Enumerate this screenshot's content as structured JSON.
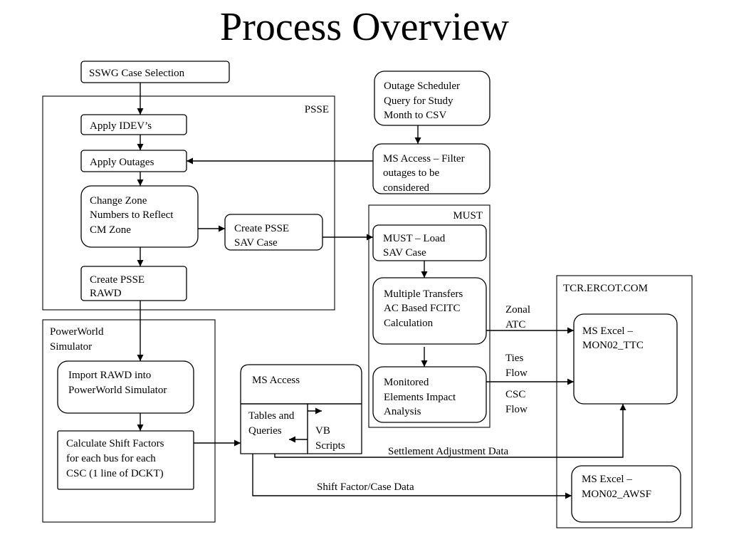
{
  "title": "Process Overview",
  "groups": {
    "psse": "PSSE",
    "must": "MUST",
    "tcr": "TCR.ERCOT.COM",
    "powerworld": [
      "PowerWorld",
      "Simulator"
    ]
  },
  "nodes": {
    "sswg": [
      "SSWG Case Selection"
    ],
    "idev": [
      "Apply IDEV’s"
    ],
    "outages": [
      "Apply Outages"
    ],
    "zone": [
      "Change Zone",
      "Numbers to Reflect",
      "CM Zone"
    ],
    "sav": [
      "Create PSSE",
      "SAV Case"
    ],
    "rawd": [
      "Create PSSE",
      "RAWD"
    ],
    "scheduler": [
      "Outage Scheduler",
      "Query for Study",
      "Month to CSV"
    ],
    "filter": [
      "MS Access – Filter",
      "outages to be",
      "considered"
    ],
    "must_load": [
      "MUST – Load",
      "SAV Case"
    ],
    "transfers": [
      "Multiple Transfers",
      "AC Based FCITC",
      "Calculation"
    ],
    "monitored": [
      "Monitored",
      "Elements Impact",
      "Analysis"
    ],
    "import_rawd": [
      "Import RAWD into",
      "PowerWorld Simulator"
    ],
    "shift": [
      "Calculate Shift Factors",
      "for each bus for each",
      "CSC (1 line of DCKT)"
    ],
    "ms_access": [
      "MS Access"
    ],
    "tables": [
      "Tables and",
      "Queries"
    ],
    "vb": [
      "VB",
      "Scripts"
    ],
    "excel_ttc": [
      "MS Excel –",
      "MON02_TTC"
    ],
    "excel_awsf": [
      "MS Excel –",
      "MON02_AWSF"
    ]
  },
  "edge_labels": {
    "zonal": [
      "Zonal",
      "ATC"
    ],
    "ties": [
      "Ties",
      "Flow"
    ],
    "csc": [
      "CSC",
      "Flow"
    ],
    "settlement": "Settlement Adjustment Data",
    "shift_case": "Shift Factor/Case Data"
  }
}
